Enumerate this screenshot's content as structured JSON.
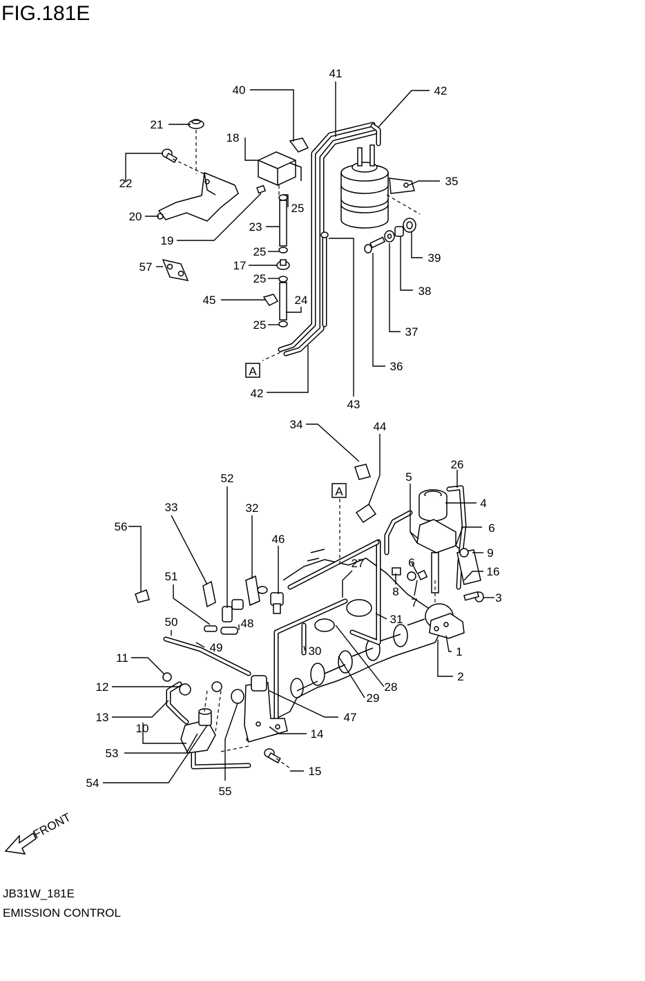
{
  "figure": {
    "title": "FIG.181E",
    "code": "JB31W_181E",
    "section": "EMISSION CONTROL",
    "front_label": "FRONT",
    "view_marker": "A"
  },
  "labels": [
    {
      "id": "41",
      "text": "41"
    },
    {
      "id": "40",
      "text": "40"
    },
    {
      "id": "42a",
      "text": "42"
    },
    {
      "id": "21",
      "text": "21"
    },
    {
      "id": "18",
      "text": "18"
    },
    {
      "id": "35",
      "text": "35"
    },
    {
      "id": "22",
      "text": "22"
    },
    {
      "id": "25a",
      "text": "25"
    },
    {
      "id": "20",
      "text": "20"
    },
    {
      "id": "23",
      "text": "23"
    },
    {
      "id": "19",
      "text": "19"
    },
    {
      "id": "25b",
      "text": "25"
    },
    {
      "id": "39",
      "text": "39"
    },
    {
      "id": "17",
      "text": "17"
    },
    {
      "id": "57",
      "text": "57"
    },
    {
      "id": "25c",
      "text": "25"
    },
    {
      "id": "38",
      "text": "38"
    },
    {
      "id": "45",
      "text": "45"
    },
    {
      "id": "24",
      "text": "24"
    },
    {
      "id": "25d",
      "text": "25"
    },
    {
      "id": "37",
      "text": "37"
    },
    {
      "id": "36",
      "text": "36"
    },
    {
      "id": "42b",
      "text": "42"
    },
    {
      "id": "43",
      "text": "43"
    },
    {
      "id": "34",
      "text": "34"
    },
    {
      "id": "44",
      "text": "44"
    },
    {
      "id": "26",
      "text": "26"
    },
    {
      "id": "5",
      "text": "5"
    },
    {
      "id": "52",
      "text": "52"
    },
    {
      "id": "4",
      "text": "4"
    },
    {
      "id": "33",
      "text": "33"
    },
    {
      "id": "32",
      "text": "32"
    },
    {
      "id": "56",
      "text": "56"
    },
    {
      "id": "6a",
      "text": "6"
    },
    {
      "id": "9",
      "text": "9"
    },
    {
      "id": "46",
      "text": "46"
    },
    {
      "id": "27",
      "text": "27"
    },
    {
      "id": "6b",
      "text": "6"
    },
    {
      "id": "16",
      "text": "16"
    },
    {
      "id": "51",
      "text": "51"
    },
    {
      "id": "8",
      "text": "8"
    },
    {
      "id": "7",
      "text": "7"
    },
    {
      "id": "3",
      "text": "3"
    },
    {
      "id": "48",
      "text": "48"
    },
    {
      "id": "31",
      "text": "31"
    },
    {
      "id": "50",
      "text": "50"
    },
    {
      "id": "49",
      "text": "49"
    },
    {
      "id": "30",
      "text": "30"
    },
    {
      "id": "1",
      "text": "1"
    },
    {
      "id": "11",
      "text": "11"
    },
    {
      "id": "2",
      "text": "2"
    },
    {
      "id": "28",
      "text": "28"
    },
    {
      "id": "12",
      "text": "12"
    },
    {
      "id": "29",
      "text": "29"
    },
    {
      "id": "13",
      "text": "13"
    },
    {
      "id": "47",
      "text": "47"
    },
    {
      "id": "10",
      "text": "10"
    },
    {
      "id": "14",
      "text": "14"
    },
    {
      "id": "53",
      "text": "53"
    },
    {
      "id": "15",
      "text": "15"
    },
    {
      "id": "54",
      "text": "54"
    },
    {
      "id": "55",
      "text": "55"
    }
  ]
}
